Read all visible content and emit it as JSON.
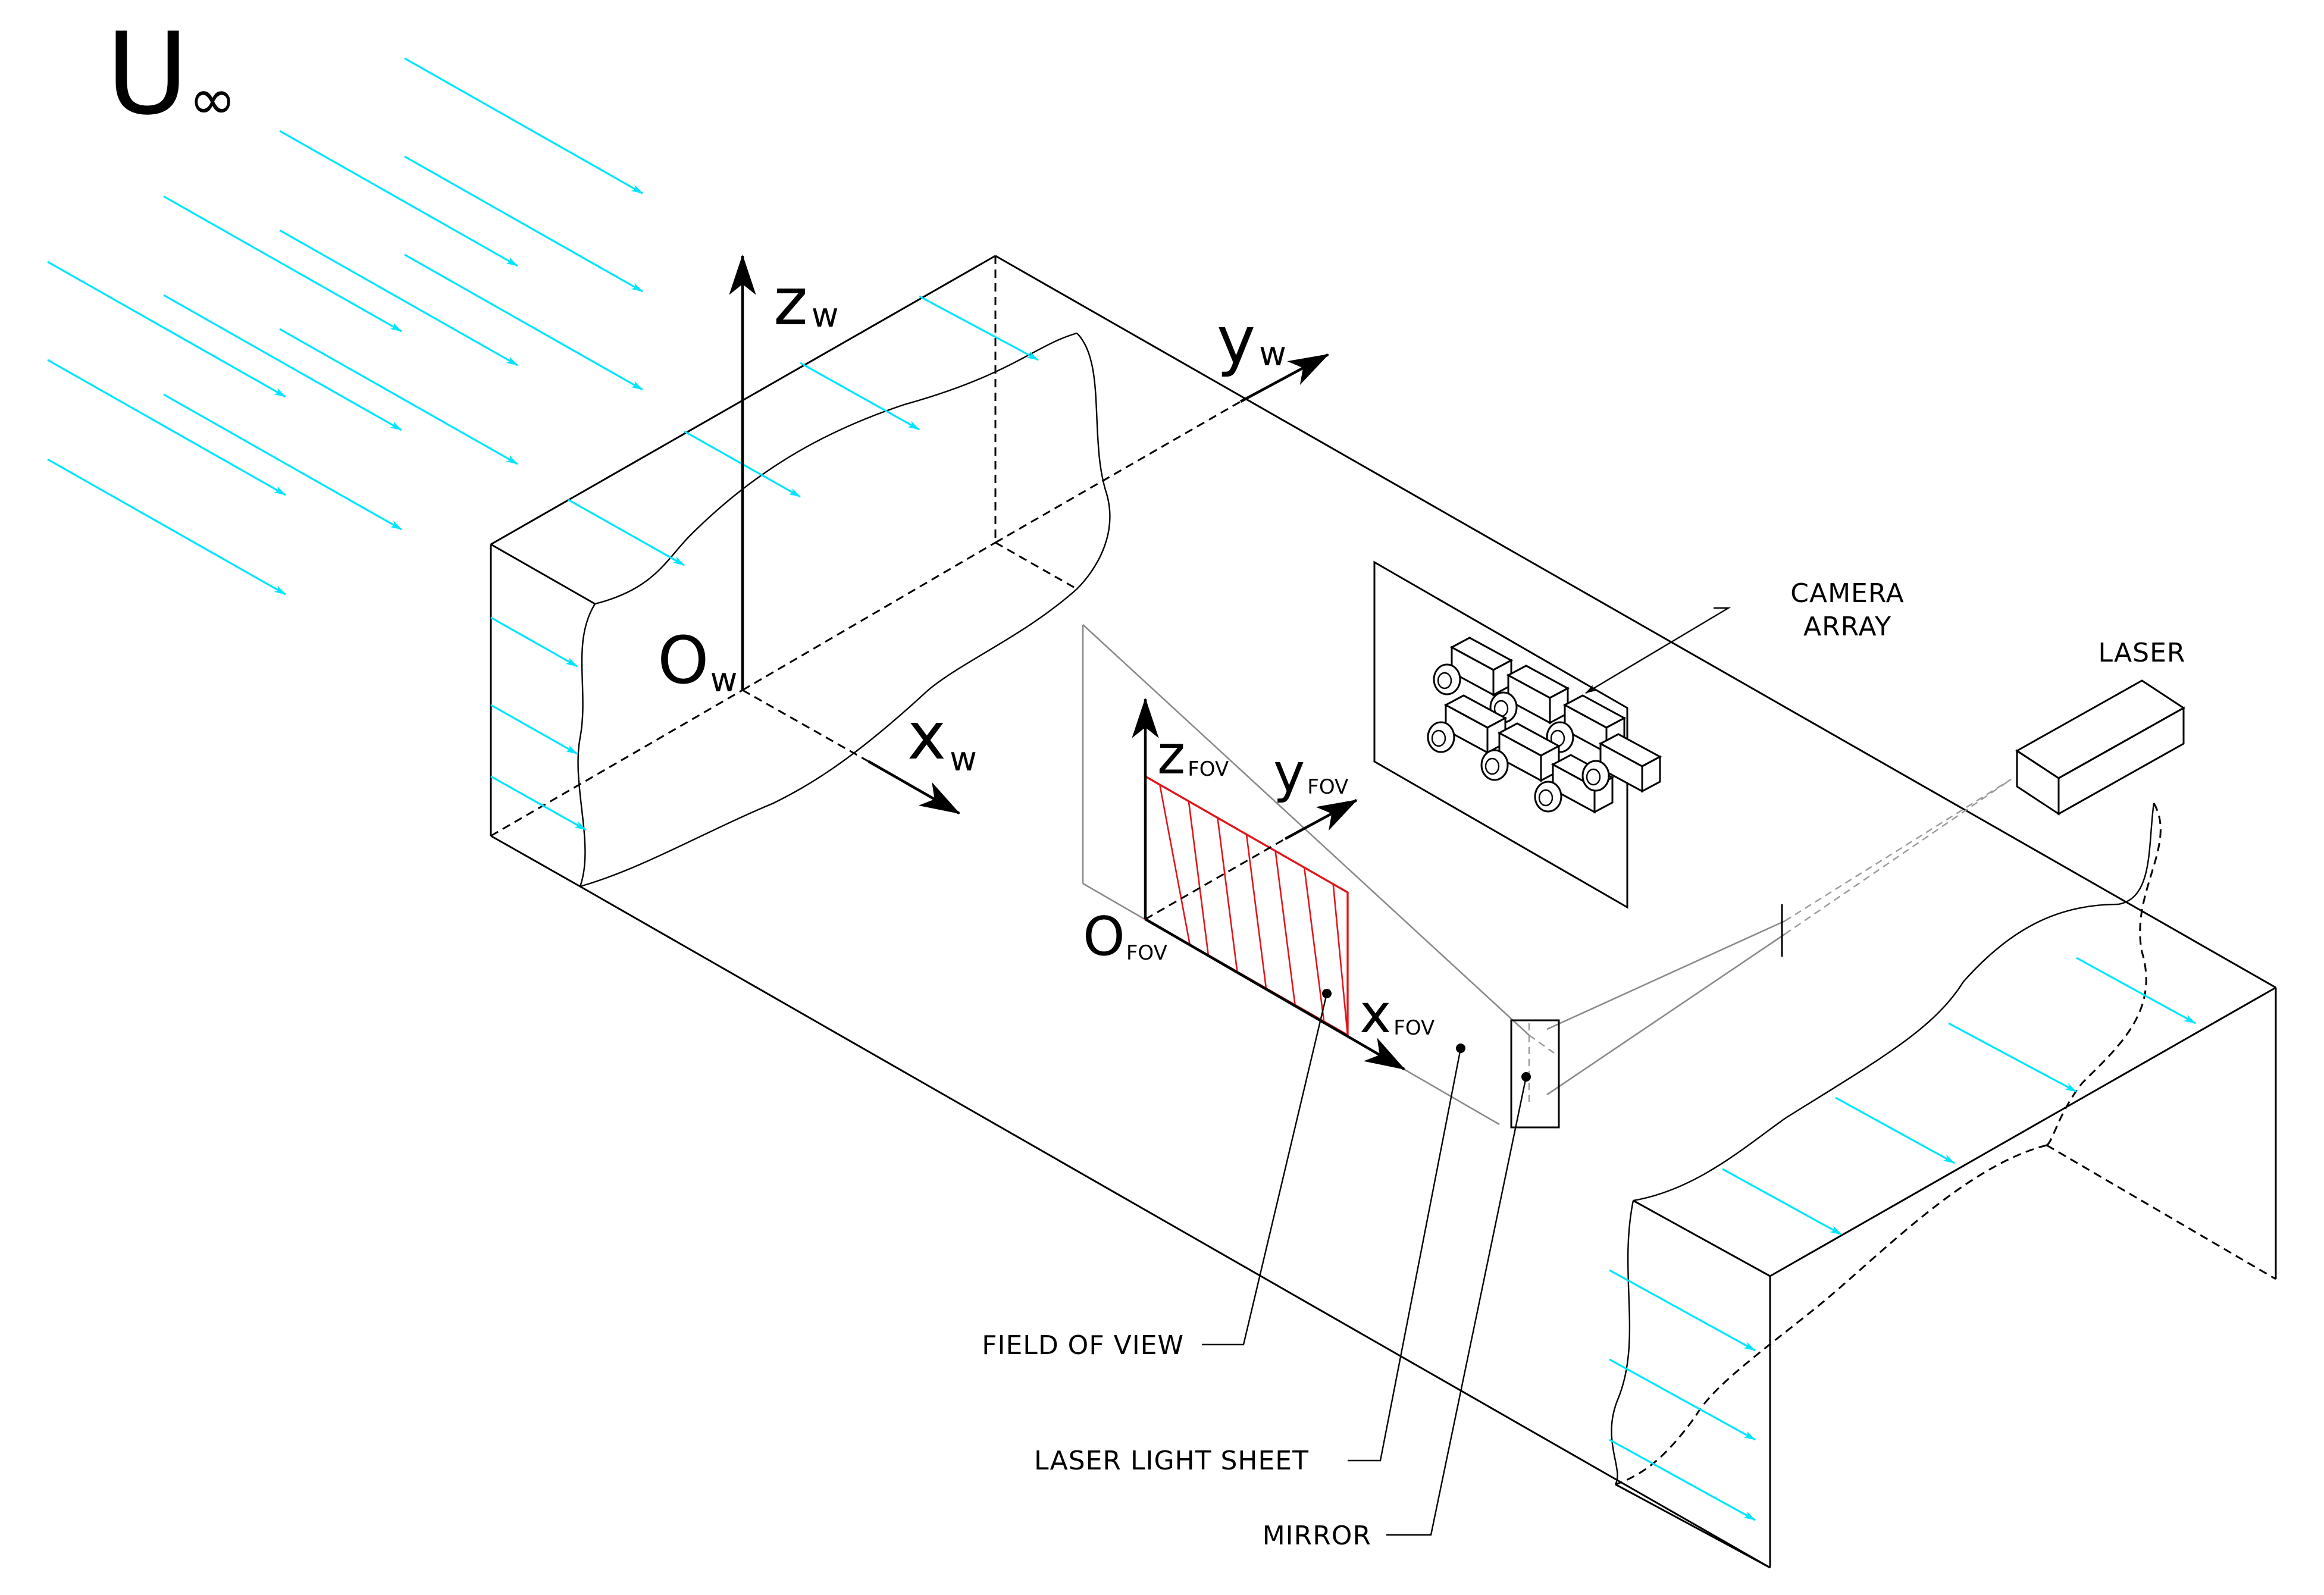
{
  "symbols": {
    "freestream": {
      "main": "U",
      "sub": "∞"
    },
    "world_z": {
      "main": "z",
      "sub": "w"
    },
    "world_y": {
      "main": "y",
      "sub": "w"
    },
    "world_x": {
      "main": "x",
      "sub": "w"
    },
    "world_origin": {
      "main": "O",
      "sub": "w"
    },
    "fov_z": {
      "main": "z",
      "sub": "FOV"
    },
    "fov_y": {
      "main": "y",
      "sub": "FOV"
    },
    "fov_x": {
      "main": "x",
      "sub": "FOV"
    },
    "fov_origin": {
      "main": "O",
      "sub": "FOV"
    }
  },
  "labels": {
    "camera_array_line1": "CAMERA",
    "camera_array_line2": "ARRAY",
    "laser": "LASER",
    "field_of_view": "FIELD OF VIEW",
    "laser_light_sheet": "LASER LIGHT SHEET",
    "mirror": "MIRROR"
  },
  "colors": {
    "flow_arrows": "#00e5ff",
    "field_of_view": "#e0161b",
    "outline": "#000000",
    "light_sheet": "#8a8a8a"
  }
}
